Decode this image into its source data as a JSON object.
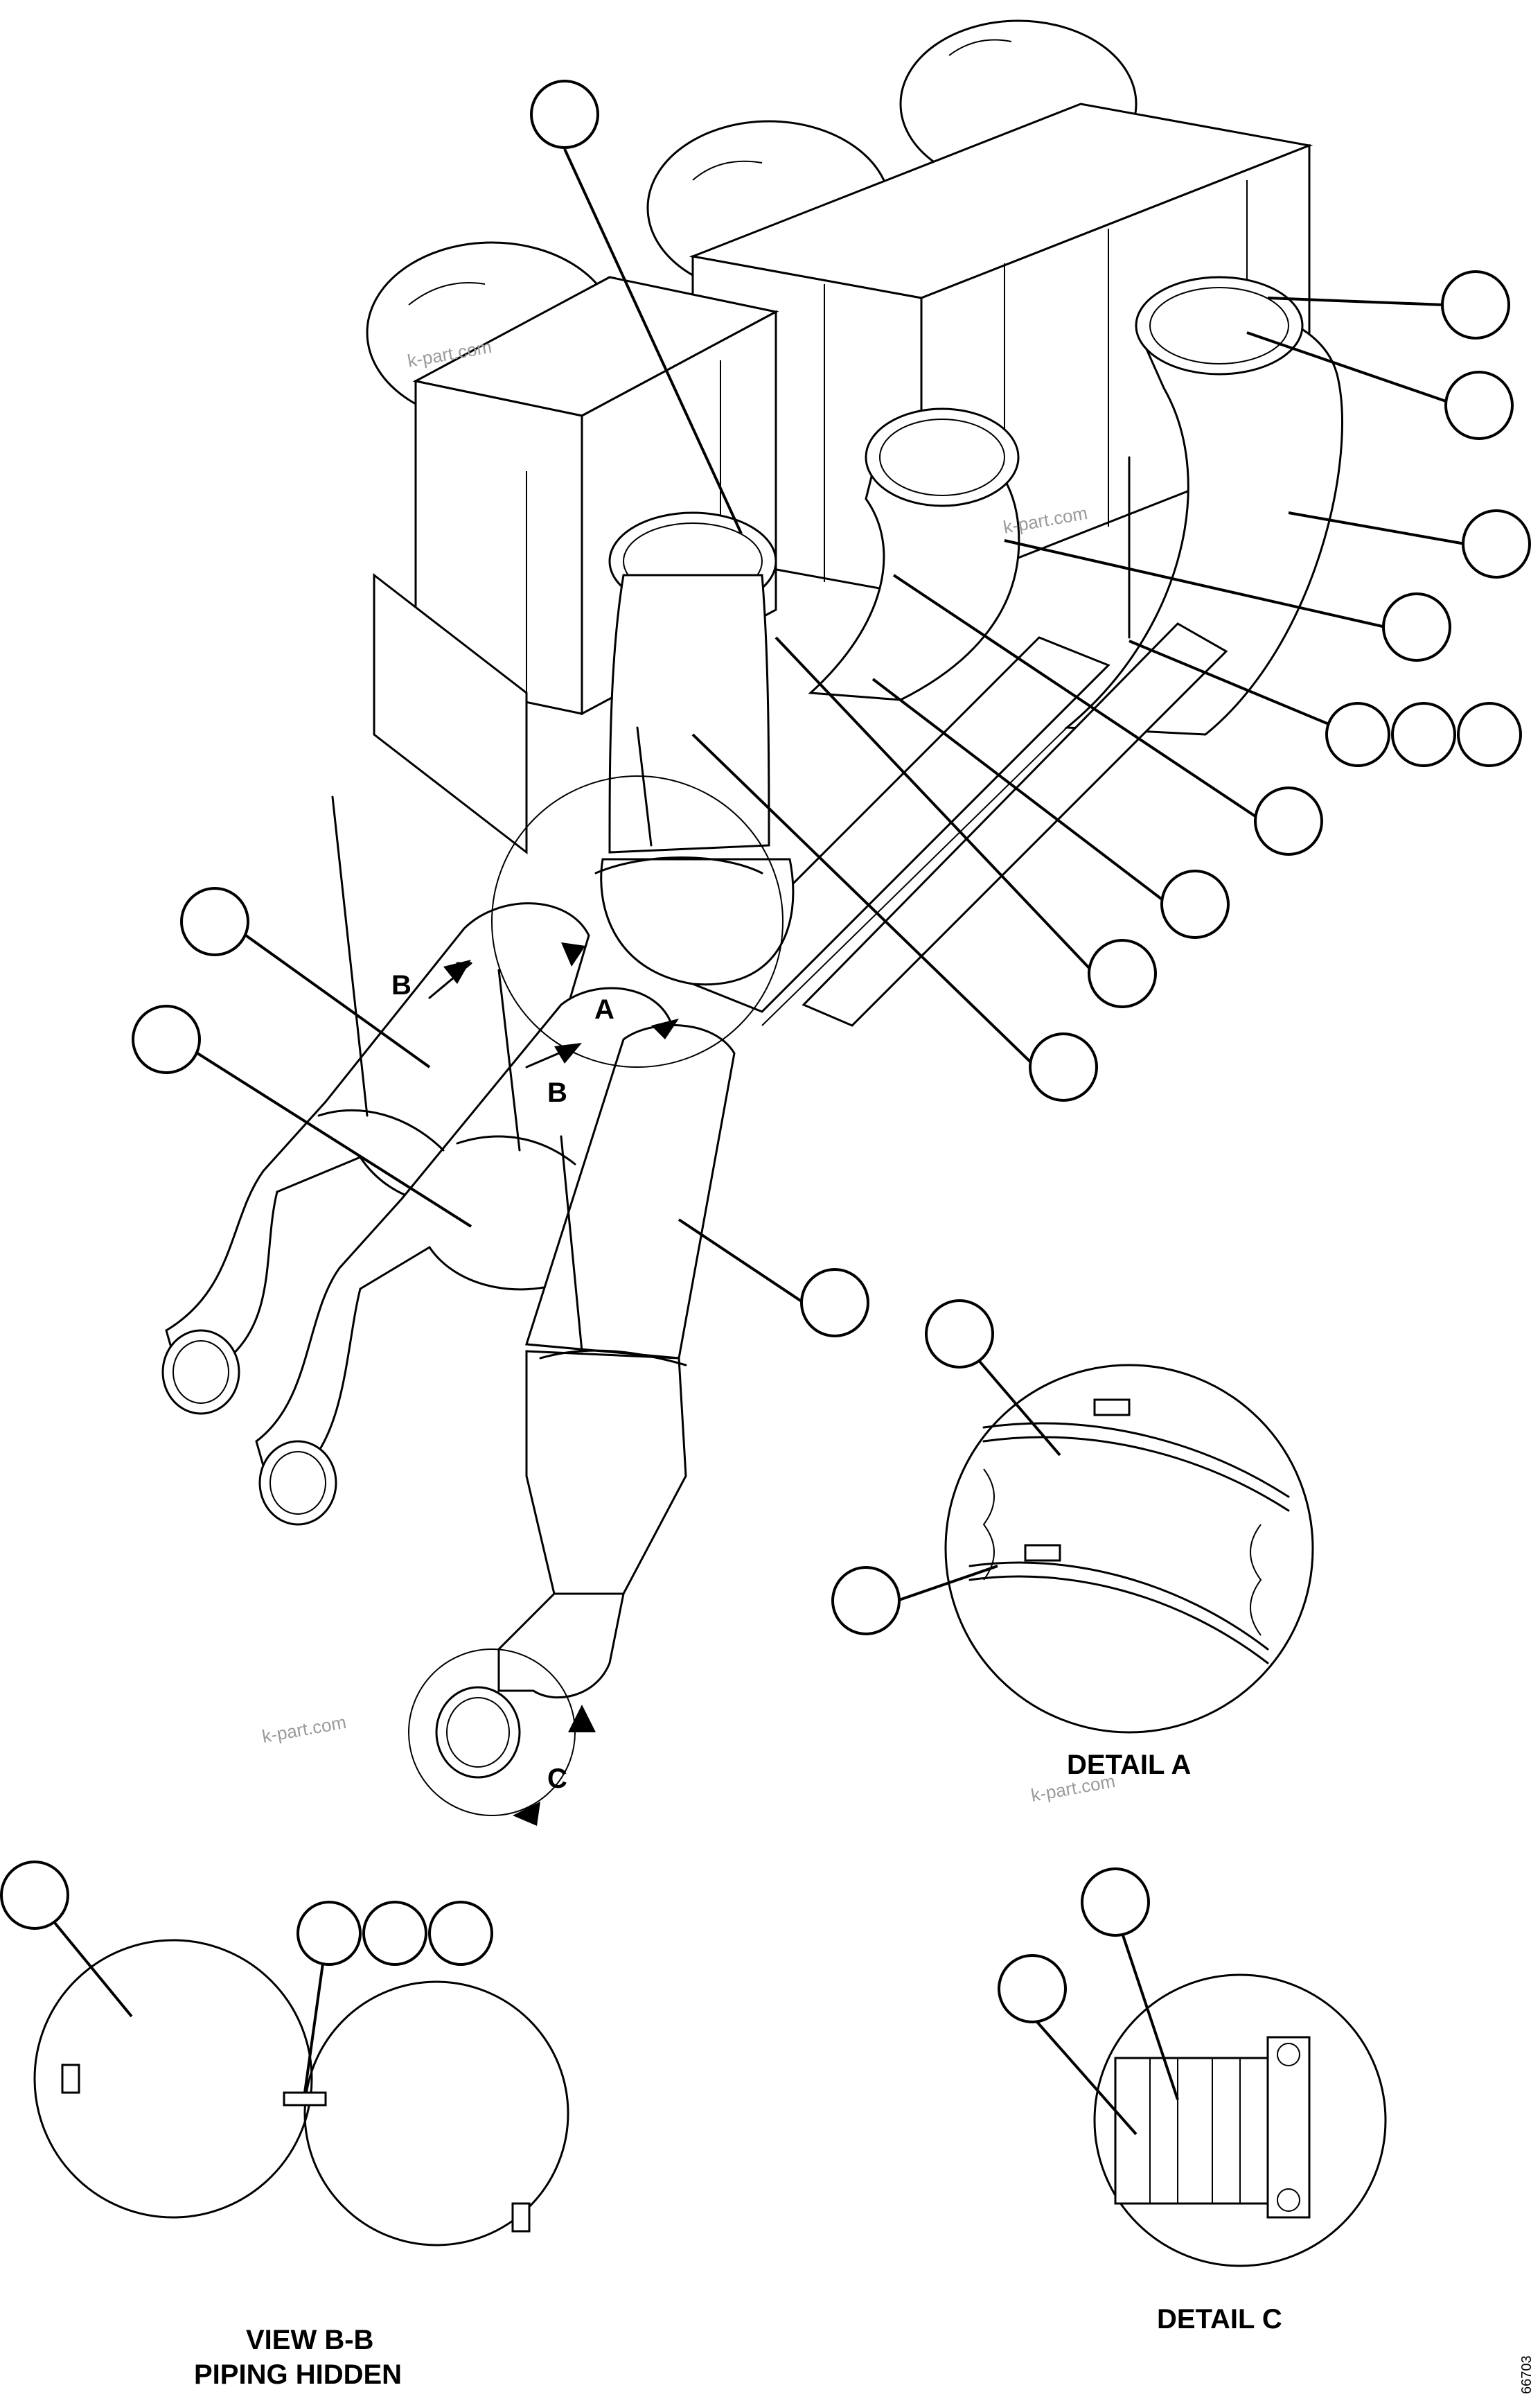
{
  "labels": {
    "detail_a": "DETAIL A",
    "detail_c": "DETAIL C",
    "view_bb": "VIEW B-B",
    "piping_hidden": "PIPING HIDDEN",
    "section_b": "B",
    "section_a": "A",
    "section_c": "C",
    "drawing_code": "66703"
  },
  "watermarks": [
    "k-part.com",
    "k-part.com",
    "k-part.com",
    "k-part.com"
  ]
}
